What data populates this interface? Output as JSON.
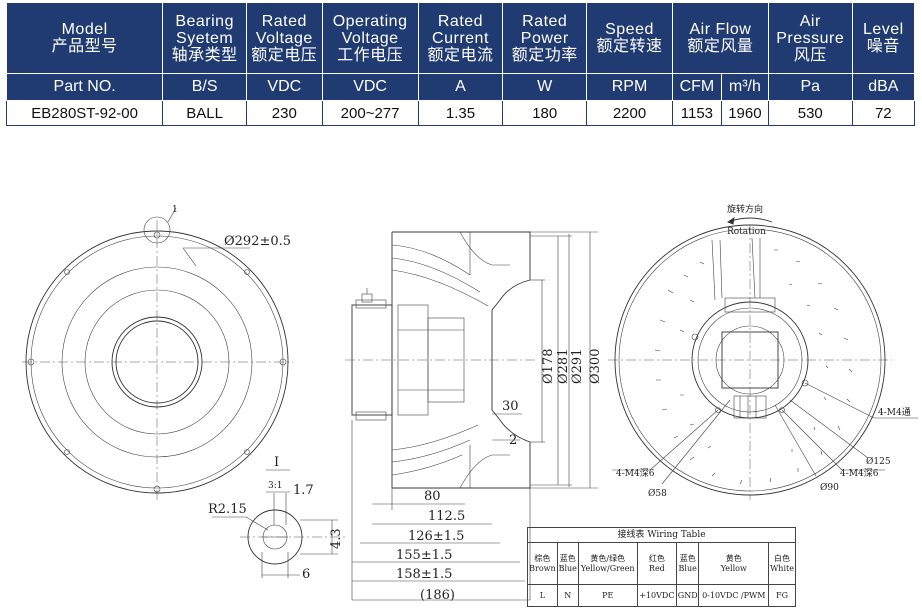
{
  "spec_table": {
    "headers": [
      {
        "en": "Model",
        "cn": "产品型号"
      },
      {
        "en": "Bearing Syetem",
        "cn": "轴承类型"
      },
      {
        "en": "Rated Voltage",
        "cn": "额定电压"
      },
      {
        "en": "Operating Voltage",
        "cn": "工作电压"
      },
      {
        "en": "Rated Current",
        "cn": "额定电流"
      },
      {
        "en": "Rated Power",
        "cn": "额定功率"
      },
      {
        "en": "Speed",
        "cn": "额定转速"
      },
      {
        "en": "Air Flow",
        "cn": "额定风量"
      },
      {
        "en": "Air Pressure",
        "cn": "风压"
      },
      {
        "en": "Level",
        "cn": "噪音"
      }
    ],
    "units": [
      "Part NO.",
      "B/S",
      "VDC",
      "VDC",
      "A",
      "W",
      "RPM",
      "CFM",
      "m³/h",
      "Pa",
      "dBA"
    ],
    "values": [
      "EB280ST-92-00",
      "BALL",
      "230",
      "200~277",
      "1.35",
      "180",
      "2200",
      "1153",
      "1960",
      "530",
      "72"
    ],
    "header_bg": "#203a72"
  },
  "front_view": {
    "marker": "1",
    "dia_label": "Ø292±0.5"
  },
  "detail_view": {
    "label": "Ⅰ",
    "scale": "3:1",
    "dims": [
      "1.7",
      "R2.15",
      "4.3",
      "6"
    ]
  },
  "side_view": {
    "vertical_dims": [
      "Ø178",
      "Ø281",
      "Ø291",
      "Ø300"
    ],
    "small_dims": [
      "30",
      "2"
    ],
    "horizontal_dims": [
      "80",
      "112.5",
      "126±1.5",
      "155±1.5",
      "158±1.5",
      "(186)"
    ]
  },
  "rear_view": {
    "rotation_cn": "旋转方向",
    "rotation_en": "Rotation",
    "callouts": [
      "4-M4通",
      "Ø125",
      "4-M4深6",
      "Ø90",
      "4-M4深6",
      "Ø58"
    ]
  },
  "wiring_table": {
    "title": "接线表 Wiring Table",
    "colors": [
      {
        "cn": "棕色",
        "en": "Brown",
        "value": "L"
      },
      {
        "cn": "蓝色",
        "en": "Blue",
        "value": "N"
      },
      {
        "cn": "黄色/绿色",
        "en": "Yellow/Green",
        "value": "PE"
      },
      {
        "cn": "红色",
        "en": "Red",
        "value": "+10VDC"
      },
      {
        "cn": "蓝色",
        "en": "Blue",
        "value": "GND"
      },
      {
        "cn": "黄色",
        "en": "Yellow",
        "value": "0-10VDC /PWM"
      },
      {
        "cn": "白色",
        "en": "White",
        "value": "FG"
      }
    ]
  }
}
